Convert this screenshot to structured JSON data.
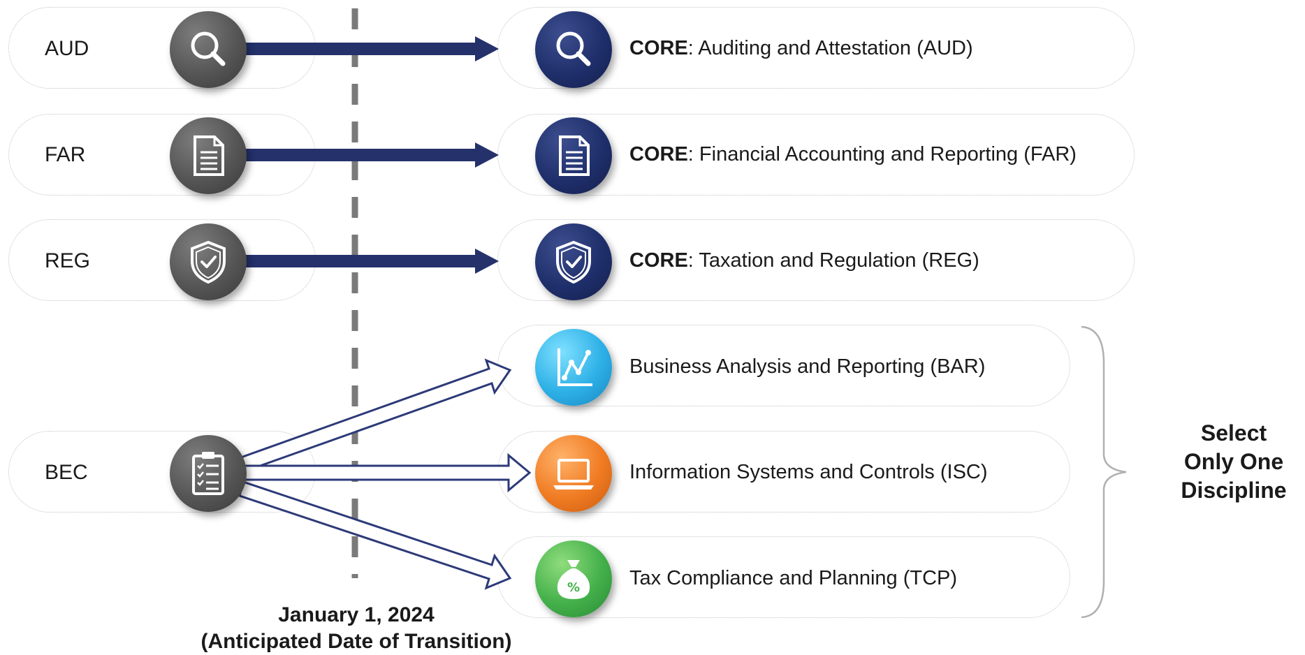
{
  "old_exams": [
    {
      "code": "AUD",
      "icon": "magnifier-icon"
    },
    {
      "code": "FAR",
      "icon": "document-icon"
    },
    {
      "code": "REG",
      "icon": "shield-check-icon"
    },
    {
      "code": "BEC",
      "icon": "clipboard-checklist-icon"
    }
  ],
  "core_exams": [
    {
      "prefix": "CORE",
      "name": ": Auditing and Attestation (AUD)",
      "icon": "magnifier-icon"
    },
    {
      "prefix": "CORE",
      "name": ": Financial Accounting and Reporting (FAR)",
      "icon": "document-icon"
    },
    {
      "prefix": "CORE",
      "name": ": Taxation and Regulation (REG)",
      "icon": "shield-check-icon"
    }
  ],
  "disciplines": [
    {
      "name": "Business Analysis and Reporting (BAR)",
      "icon": "line-chart-icon",
      "color": "#2db0e6"
    },
    {
      "name": "Information Systems and Controls (ISC)",
      "icon": "laptop-icon",
      "color": "#f07b22"
    },
    {
      "name": "Tax Compliance and Planning (TCP)",
      "icon": "money-bag-percent-icon",
      "color": "#43b04a"
    }
  ],
  "transition": {
    "date": "January 1, 2024",
    "caption": "(Anticipated Date of Transition)"
  },
  "selection_note": {
    "line1": "Select",
    "line2": "Only One",
    "line3": "Discipline"
  },
  "colors": {
    "arrow_navy": "#24316b",
    "dash_grey": "#7a7a7a",
    "old_circle": "#555555",
    "core_circle": "#1f2f6b"
  }
}
